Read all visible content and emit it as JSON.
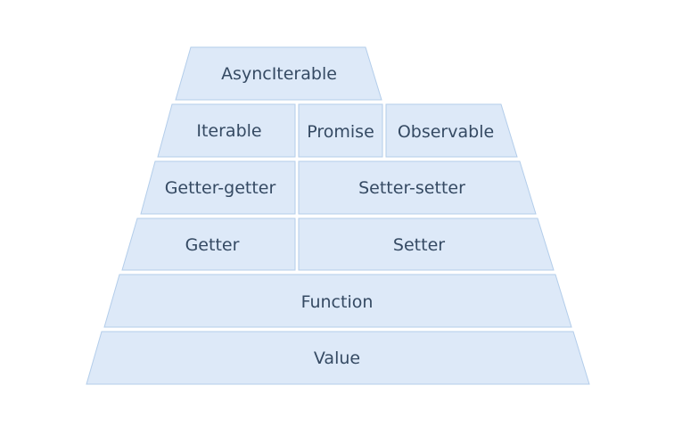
{
  "pyramid": {
    "blocks": {
      "async_iterable": "AsyncIterable",
      "iterable": "Iterable",
      "promise": "Promise",
      "observable": "Observable",
      "getter_getter": "Getter-getter",
      "setter_setter": "Setter-setter",
      "getter": "Getter",
      "setter": "Setter",
      "function": "Function",
      "value": "Value"
    },
    "colors": {
      "fill": "#dde9f8",
      "stroke": "#b3cdea",
      "text": "#354a63"
    }
  }
}
